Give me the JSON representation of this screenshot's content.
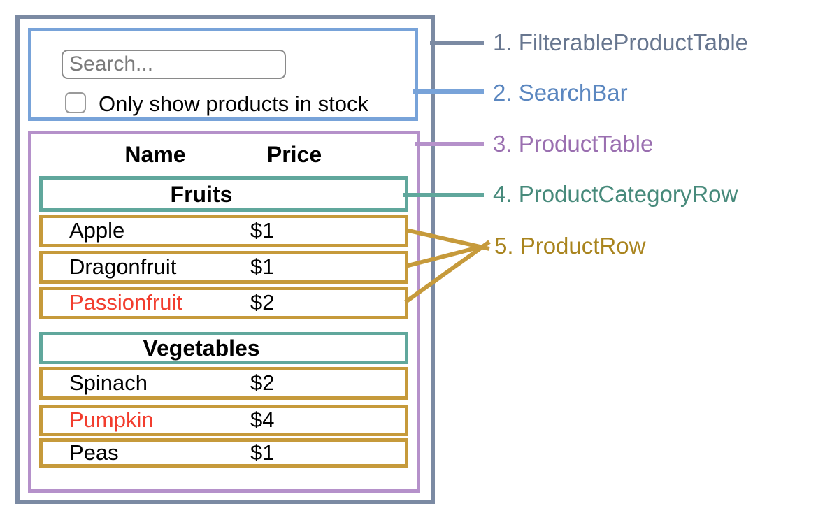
{
  "diagram": {
    "labels": [
      {
        "text": "1. FilterableProductTable",
        "color": "#67768f"
      },
      {
        "text": "2. SearchBar",
        "color": "#5b87c0"
      },
      {
        "text": "3. ProductTable",
        "color": "#9a6fb0"
      },
      {
        "text": "4. ProductCategoryRow",
        "color": "#478a7b"
      },
      {
        "text": "5. ProductRow",
        "color": "#a9841e"
      }
    ],
    "search": {
      "placeholder": "Search...",
      "checkbox_label": "Only show products in stock",
      "checkbox_checked": false
    },
    "table": {
      "columns": [
        "Name",
        "Price"
      ],
      "sections": [
        {
          "category": "Fruits",
          "rows": [
            {
              "name": "Apple",
              "price": "$1",
              "in_stock": true
            },
            {
              "name": "Dragonfruit",
              "price": "$1",
              "in_stock": true
            },
            {
              "name": "Passionfruit",
              "price": "$2",
              "in_stock": false
            }
          ]
        },
        {
          "category": "Vegetables",
          "rows": [
            {
              "name": "Spinach",
              "price": "$2",
              "in_stock": true
            },
            {
              "name": "Pumpkin",
              "price": "$4",
              "in_stock": false
            },
            {
              "name": "Peas",
              "price": "$1",
              "in_stock": true
            }
          ]
        }
      ]
    },
    "colors": {
      "filterable_product_table_border": "#7b8aa3",
      "search_bar_border": "#78a3d9",
      "product_table_border": "#b591ca",
      "product_category_row_border": "#60a79c",
      "product_row_border": "#c69a3b",
      "out_of_stock_text": "#f23d2e",
      "input_border": "#8a8a8a"
    }
  }
}
